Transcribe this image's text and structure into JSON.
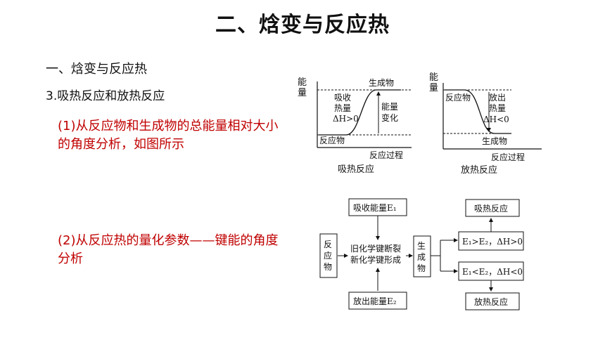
{
  "slide": {
    "title": "二、焓变与反应热",
    "subtitle": "一、焓变与反应热",
    "item": "3.吸热反应和放热反应",
    "point1": "(1)从反应物和生成物的总能量相对大小的角度分析，如图所示",
    "point2": "(2)从反应热的量化参数——键能的角度分析"
  },
  "endothermic_chart": {
    "y_label": "能量",
    "x_label": "反应过程",
    "top_label": "生成物",
    "bottom_label": "反应物",
    "absorb_l1": "吸收",
    "absorb_l2": "热量",
    "absorb_l3": "ΔH>0",
    "energy_change_l1": "能量",
    "energy_change_l2": "变化",
    "caption": "吸热反应"
  },
  "exothermic_chart": {
    "y_label": "能量",
    "x_label": "反应过程",
    "top_label": "反应物",
    "bottom_label": "生成物",
    "release_l1": "放出",
    "release_l2": "热量",
    "release_l3": "ΔH<0",
    "caption": "放热反应"
  },
  "flow": {
    "reactant": [
      "反",
      "应",
      "物"
    ],
    "absorb_energy": "吸收能量E₁",
    "bond_break": "旧化学键断裂",
    "bond_form": "新化学键形成",
    "release_energy": "放出能量E₂",
    "product": [
      "生",
      "成",
      "物"
    ],
    "cond_endo": "E₁>E₂，ΔH>0",
    "cond_exo": "E₁<E₂，ΔH<0",
    "result_endo": "吸热反应",
    "result_exo": "放热反应"
  }
}
